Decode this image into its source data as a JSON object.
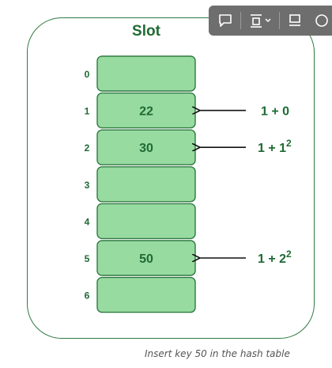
{
  "title": "Slot",
  "caption": "Insert key 50 in the hash table",
  "colors": {
    "slot_fill": "#98dba0",
    "slot_stroke": "#2f7a42",
    "text_green": "#1e6b34",
    "toolbar_bg": "#6e6e6e"
  },
  "slots": [
    {
      "index": "0",
      "value": ""
    },
    {
      "index": "1",
      "value": "22"
    },
    {
      "index": "2",
      "value": "30"
    },
    {
      "index": "3",
      "value": ""
    },
    {
      "index": "4",
      "value": ""
    },
    {
      "index": "5",
      "value": "50"
    },
    {
      "index": "6",
      "value": ""
    }
  ],
  "probes": [
    {
      "slot": 1,
      "base": "1 + 0",
      "exponent": ""
    },
    {
      "slot": 2,
      "base": "1 + 1",
      "exponent": "2"
    },
    {
      "slot": 5,
      "base": "1 + 2",
      "exponent": "2"
    }
  ],
  "toolbar": {
    "items": [
      "comment-icon",
      "align-icon",
      "chevron-down-icon",
      "layout-icon",
      "more-icon"
    ]
  }
}
